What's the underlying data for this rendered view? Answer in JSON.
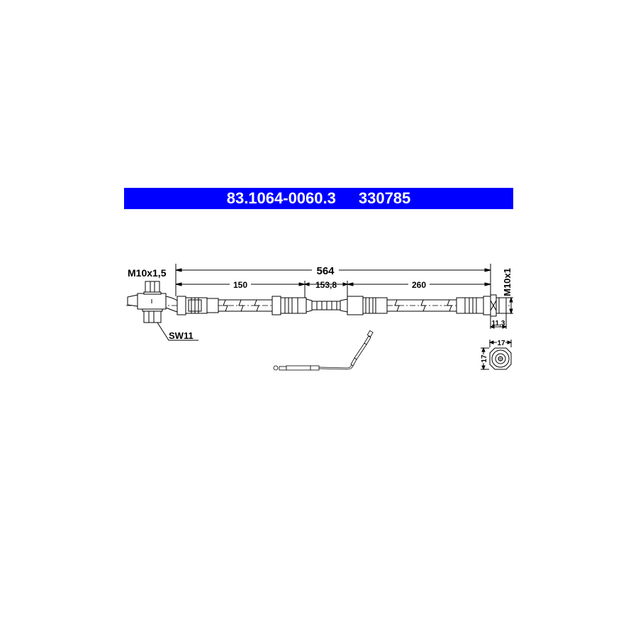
{
  "header": {
    "part_number": "83.1064-0060.3",
    "reference_number": "330785",
    "background_color": "#0000ff",
    "text_color": "#ffffff"
  },
  "drawing": {
    "type": "brake hose technical drawing",
    "left_fitting": {
      "thread_label": "M10x1,5",
      "wrench_size_label": "SW11"
    },
    "dimensions": {
      "overall_length": "564",
      "segment_1": "150",
      "segment_2": "153,8",
      "segment_3": "260"
    },
    "right_fitting": {
      "thread_label": "M10x1",
      "length_label": "11,3"
    },
    "end_view": {
      "width_label": "17",
      "height_label": "17"
    },
    "line_color": "#000000"
  }
}
